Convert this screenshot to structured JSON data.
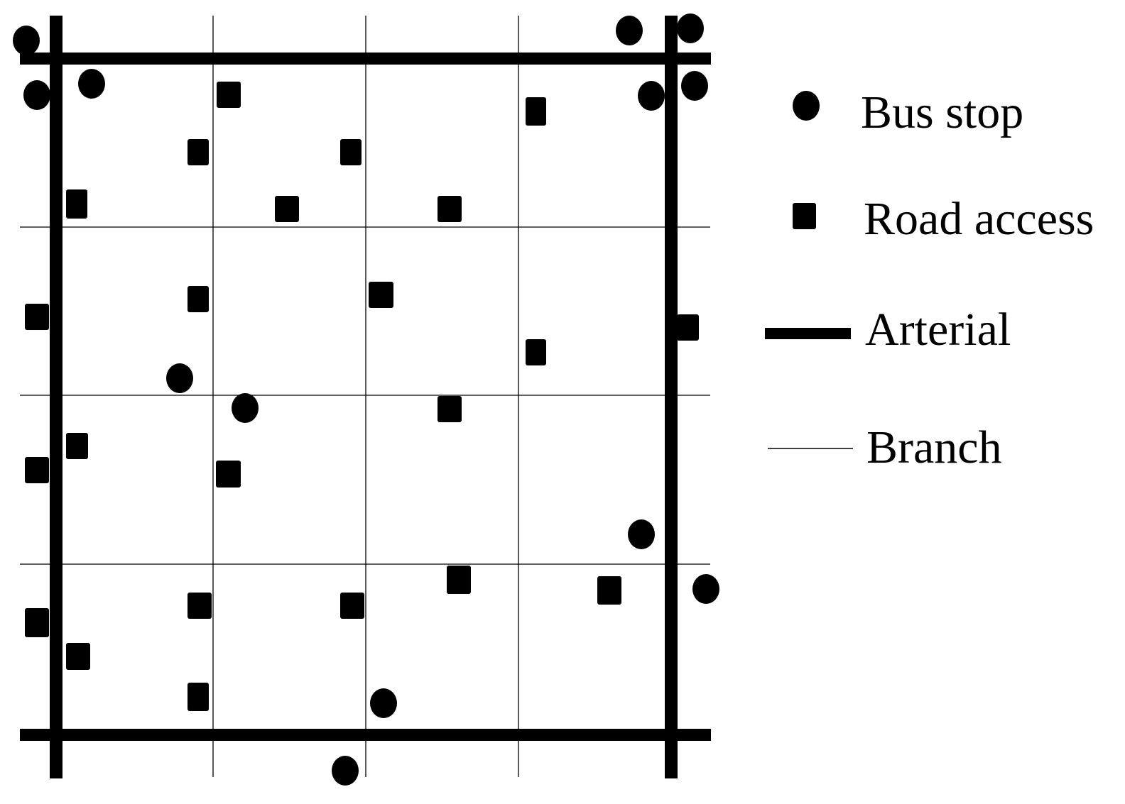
{
  "diagram": {
    "colors": {
      "ink": "#000000",
      "background": "#ffffff"
    },
    "legend": {
      "bus_stop": {
        "label": "Bus stop",
        "icon": "filled-circle"
      },
      "road_access": {
        "label": "Road access",
        "icon": "filled-square"
      },
      "arterial": {
        "label": "Arterial",
        "icon": "thick-line"
      },
      "branch": {
        "label": "Branch",
        "icon": "thin-line"
      }
    }
  }
}
